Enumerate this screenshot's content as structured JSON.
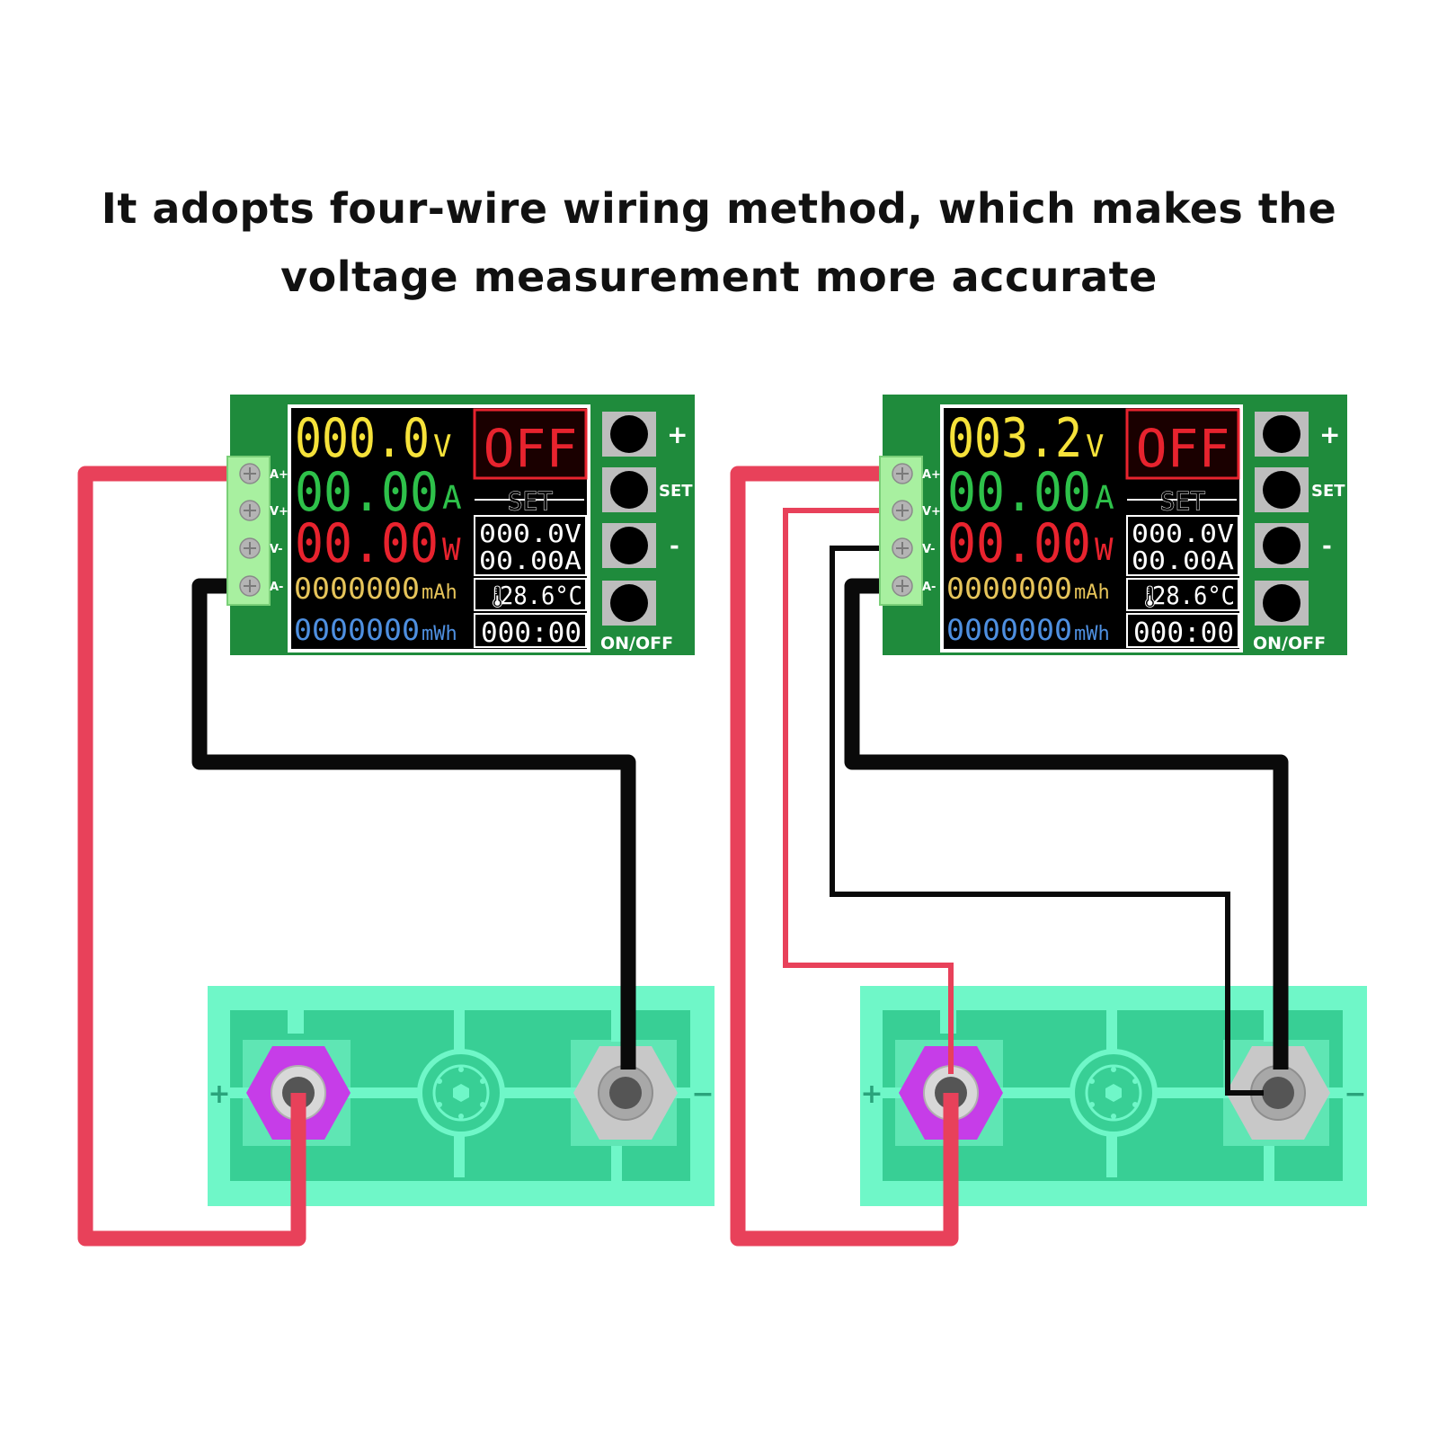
{
  "heading": {
    "line1": "It adopts four-wire wiring method, which makes the",
    "line2": "voltage measurement more accurate"
  },
  "colors": {
    "pcb_green": "#1f8b3c",
    "battery_holder_outer": "#6ff7c8",
    "battery_holder_inner": "#38cf95",
    "wire_red": "#e8415a",
    "wire_black": "#0a0a0a",
    "lcd_voltage": "#f6e23a",
    "lcd_current": "#2ec14a",
    "lcd_power": "#e8232e",
    "lcd_mah": "#e6c45a",
    "lcd_mwh": "#4e8fe0",
    "terminal_block": "#a8f0a0",
    "positive_nut": "#c63de8",
    "negative_nut": "#c8c8c8"
  },
  "terminal_labels": [
    "A+",
    "V+",
    "V-",
    "A-"
  ],
  "button_labels": {
    "plus": "+",
    "set": "SET",
    "minus": "-",
    "onoff": "ON/OFF"
  },
  "holder_labels": {
    "positive": "+",
    "negative": "−"
  },
  "modules": [
    {
      "voltage": "000.0",
      "voltage_unit": "V",
      "current": "00.00",
      "current_unit": "A",
      "power": "00.00",
      "power_unit": "W",
      "state": "OFF",
      "set_label": "SET",
      "set_voltage": "000.0V",
      "set_current": "00.00A",
      "capacity": "0000000",
      "capacity_unit": "mAh",
      "energy": "0000000",
      "energy_unit": "mWh",
      "temperature": "28.6°C",
      "timer": "000:00"
    },
    {
      "voltage": "003.2",
      "voltage_unit": "V",
      "current": "00.00",
      "current_unit": "A",
      "power": "00.00",
      "power_unit": "W",
      "state": "OFF",
      "set_label": "SET",
      "set_voltage": "000.0V",
      "set_current": "00.00A",
      "capacity": "0000000",
      "capacity_unit": "mAh",
      "energy": "0000000",
      "energy_unit": "mWh",
      "temperature": "28.6°C",
      "timer": "000:00"
    }
  ]
}
